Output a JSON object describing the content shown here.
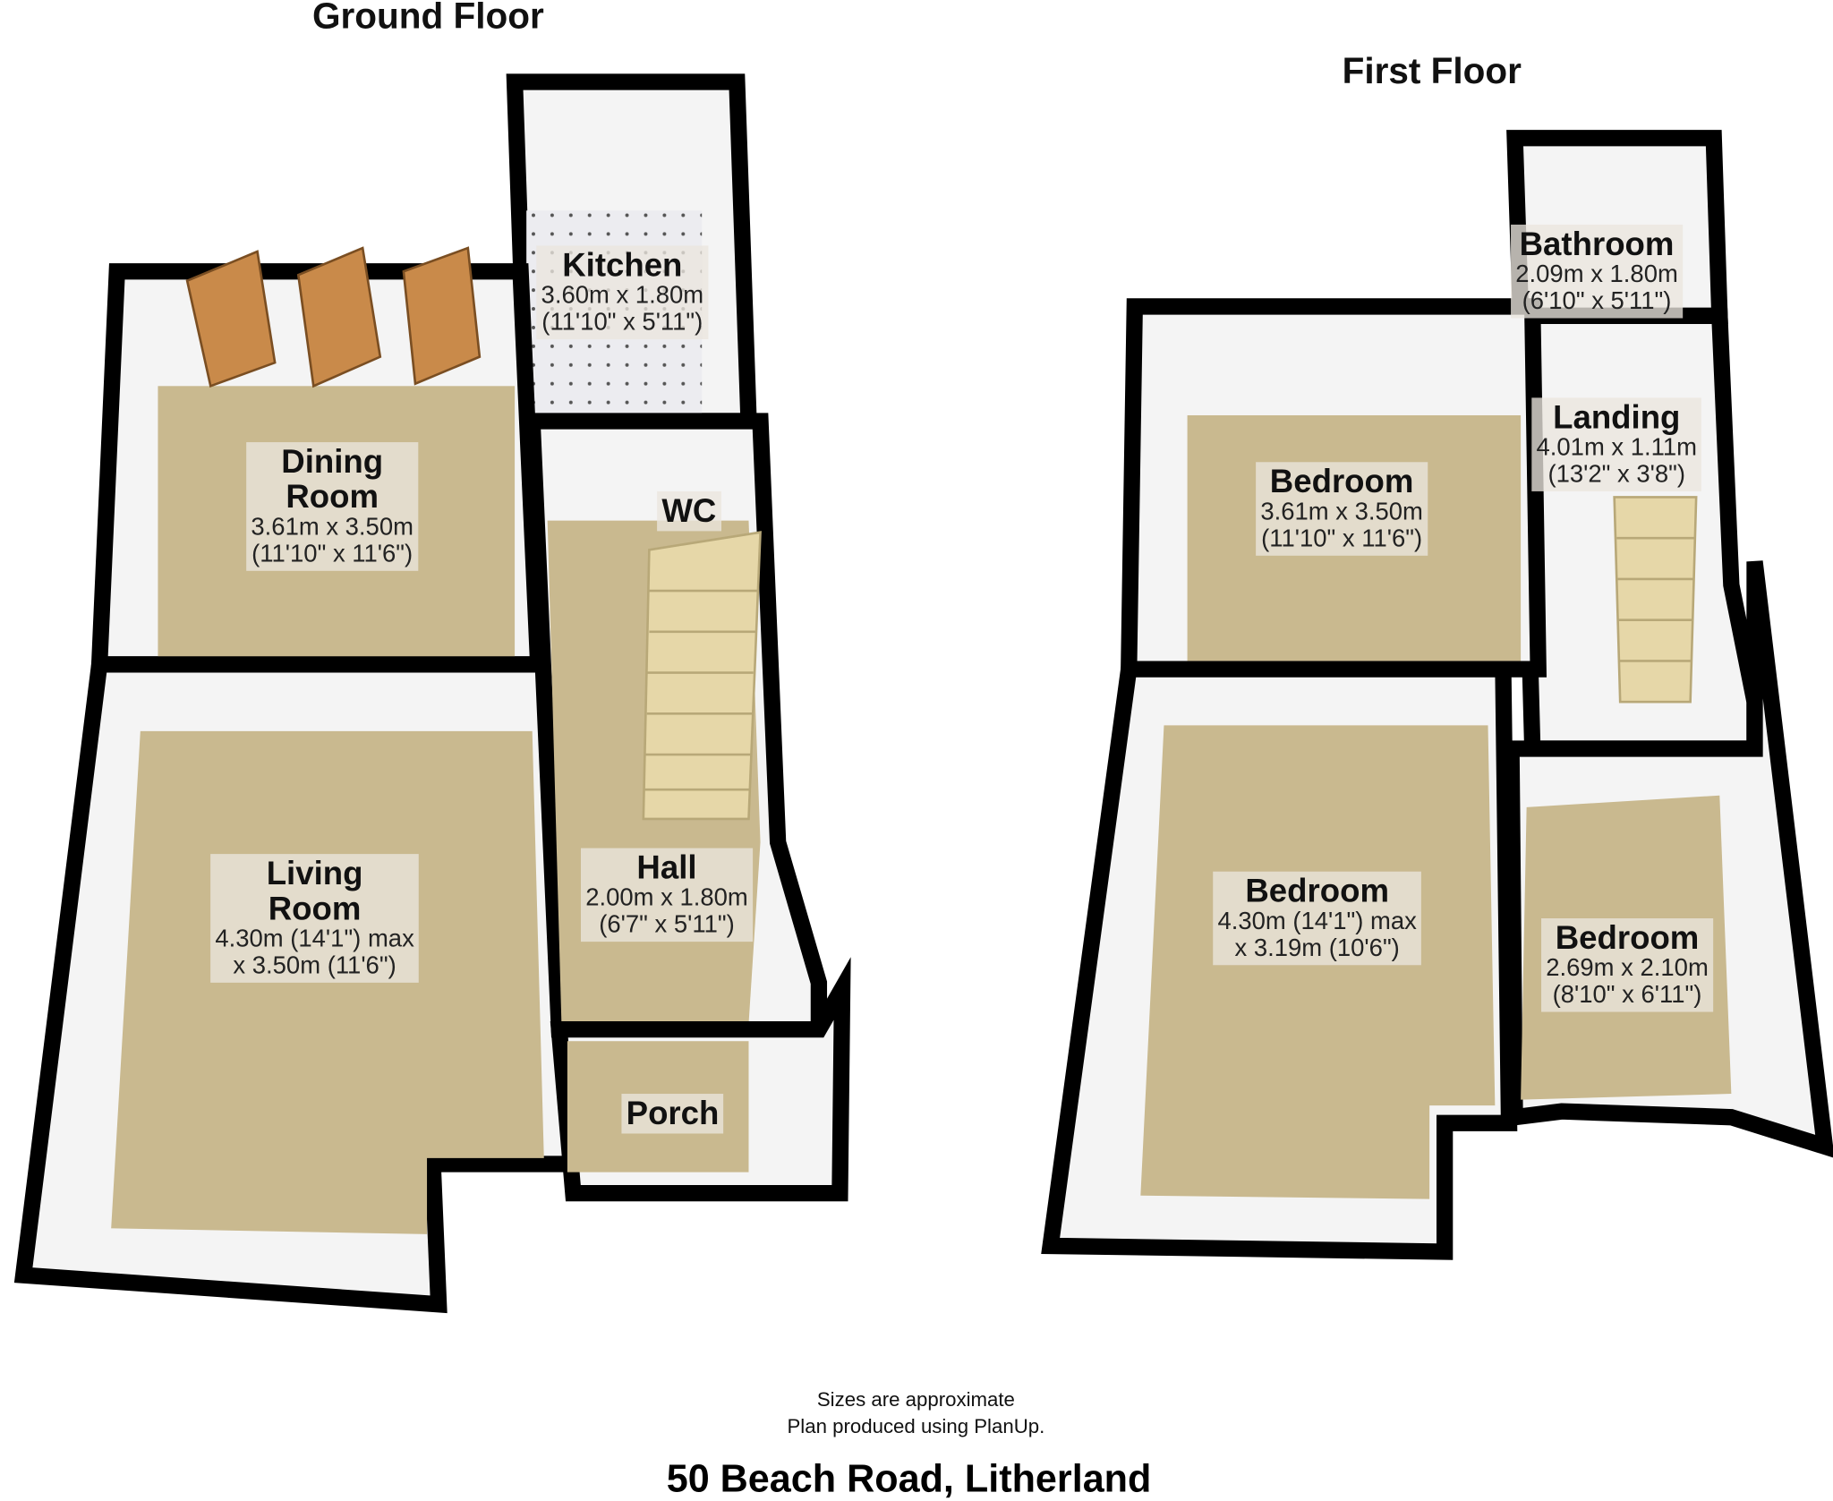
{
  "ground_floor": {
    "title": "Ground Floor",
    "rooms": [
      {
        "name": "Kitchen",
        "dims": "3.60m x 1.80m",
        "imperial": "(11'10\" x 5'11\")"
      },
      {
        "name": "Dining",
        "name2": "Room",
        "dims": "3.61m x 3.50m",
        "imperial": "(11'10\" x 11'6\")"
      },
      {
        "name": "WC"
      },
      {
        "name": "Living",
        "name2": "Room",
        "dims": "4.30m (14'1\") max",
        "imperial": "x 3.50m (11'6\")"
      },
      {
        "name": "Hall",
        "dims": "2.00m x 1.80m",
        "imperial": "(6'7\" x 5'11\")"
      },
      {
        "name": "Porch"
      }
    ]
  },
  "first_floor": {
    "title": "First Floor",
    "rooms": [
      {
        "name": "Bathroom",
        "dims": "2.09m x 1.80m",
        "imperial": "(6'10\" x 5'11\")"
      },
      {
        "name": "Landing",
        "dims": "4.01m x 1.11m",
        "imperial": "(13'2\" x 3'8\")"
      },
      {
        "name": "Bedroom",
        "dims": "3.61m x 3.50m",
        "imperial": "(11'10\" x 11'6\")"
      },
      {
        "name": "Bedroom",
        "dims": "4.30m (14'1\") max",
        "imperial": "x 3.19m (10'6\")"
      },
      {
        "name": "Bedroom",
        "dims": "2.69m x 2.10m",
        "imperial": "(8'10\" x 6'11\")"
      }
    ]
  },
  "footer": {
    "note1": "Sizes are approximate",
    "note2": "Plan produced using PlanUp.",
    "address": "50 Beach Road, Litherland"
  },
  "colors": {
    "floor": "#c9b98f",
    "wall": "#000000",
    "wall_face": "#f4f4f4",
    "tile": "#e9e9ee",
    "door": "#c98a4a"
  }
}
